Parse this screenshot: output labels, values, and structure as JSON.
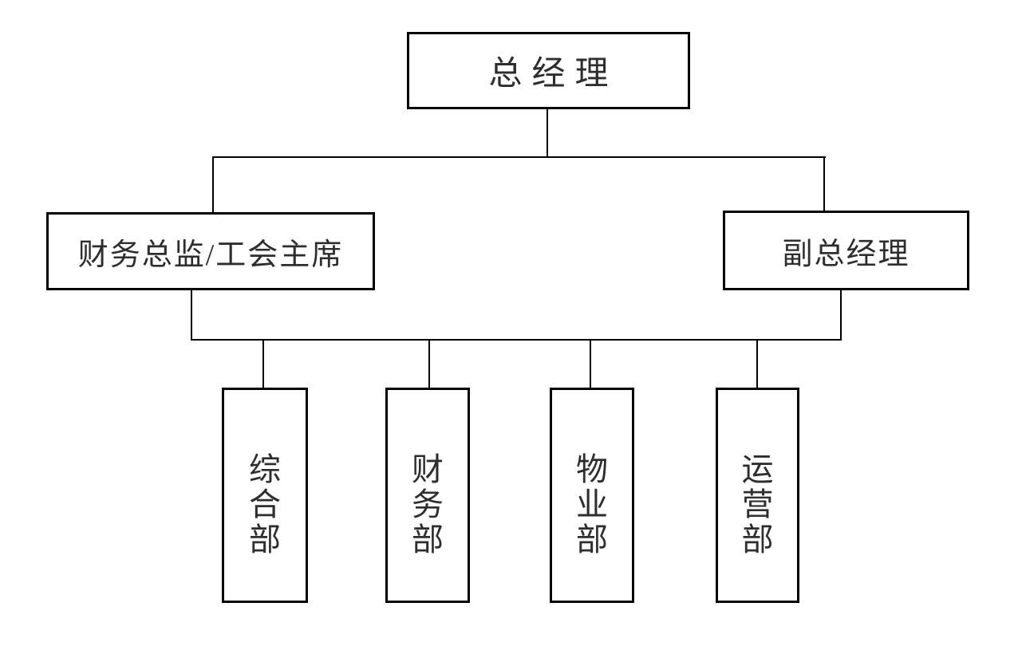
{
  "org_chart": {
    "type": "org-chart",
    "root": {
      "label": "总经理"
    },
    "level2": [
      {
        "id": "cfo-union-chairman",
        "label": "财务总监/工会主席"
      },
      {
        "id": "deputy-general-manager",
        "label": "副总经理"
      }
    ],
    "departments": [
      {
        "id": "general-affairs",
        "label": "综合部"
      },
      {
        "id": "finance",
        "label": "财务部"
      },
      {
        "id": "property",
        "label": "物业部"
      },
      {
        "id": "operations",
        "label": "运营部"
      }
    ],
    "colors": {
      "line": "#000000",
      "box_border": "#000000",
      "text": "#2e2e2e",
      "background": "#ffffff"
    }
  }
}
